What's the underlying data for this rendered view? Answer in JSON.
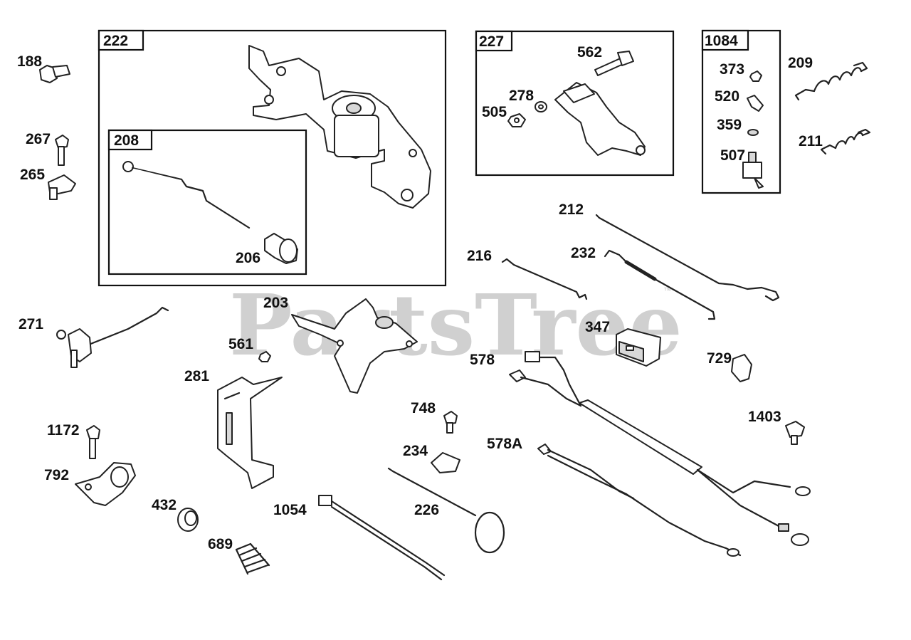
{
  "watermark": {
    "text": "PartsTree",
    "trademark": "™"
  },
  "groups": {
    "g222": "222",
    "g208": "208",
    "g227": "227",
    "g1084": "1084"
  },
  "parts": {
    "p188": "188",
    "p267": "267",
    "p265": "265",
    "p206": "206",
    "p562": "562",
    "p278": "278",
    "p505": "505",
    "p373": "373",
    "p520": "520",
    "p359": "359",
    "p507": "507",
    "p209": "209",
    "p211": "211",
    "p212": "212",
    "p232": "232",
    "p216": "216",
    "p203": "203",
    "p347": "347",
    "p271": "271",
    "p561": "561",
    "p578": "578",
    "p729": "729",
    "p281": "281",
    "p748": "748",
    "p1403": "1403",
    "p1172": "1172",
    "p234": "234",
    "p578a": "578A",
    "p792": "792",
    "p432": "432",
    "p1054": "1054",
    "p226": "226",
    "p689": "689"
  }
}
